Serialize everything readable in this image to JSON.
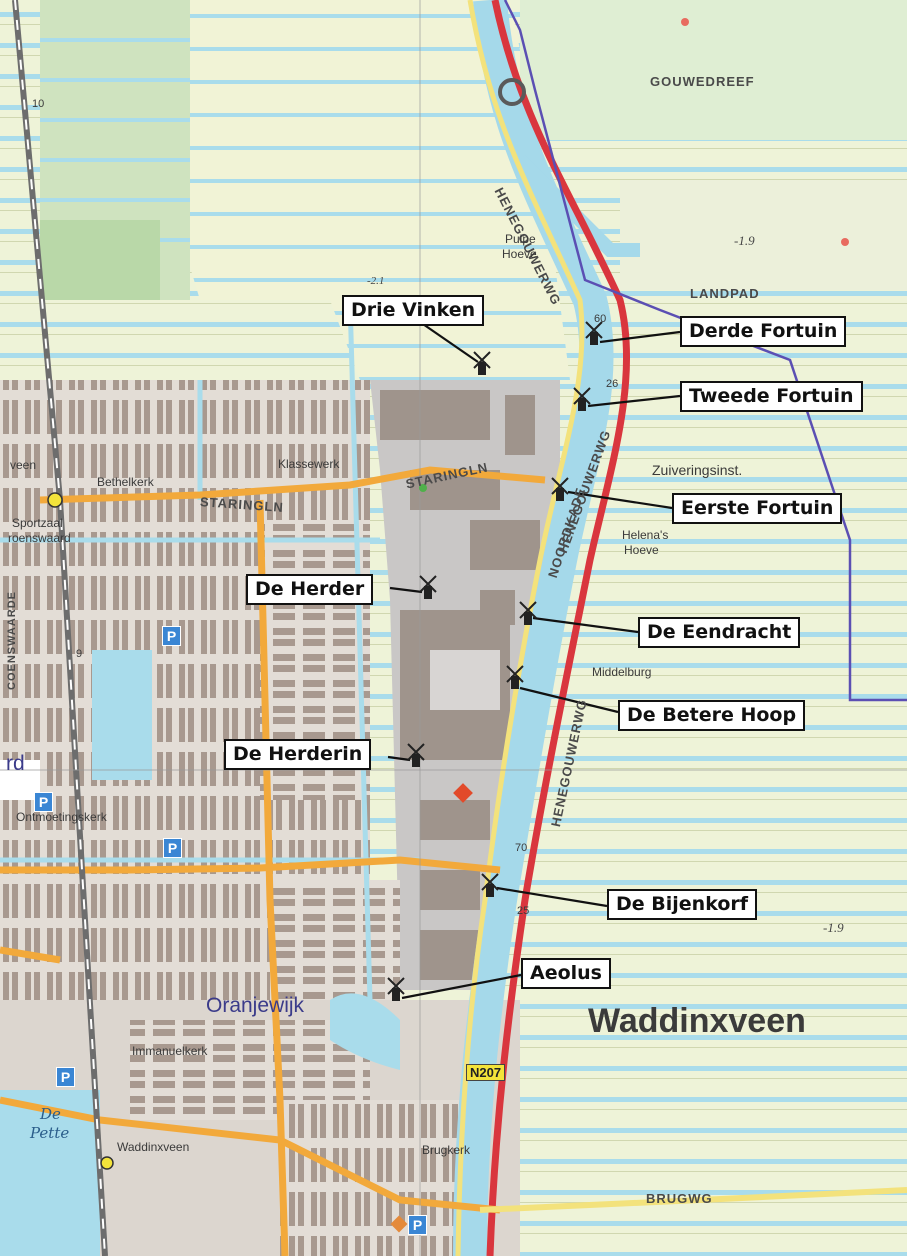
{
  "map": {
    "windmills": [
      {
        "name": "Drie Vinken"
      },
      {
        "name": "Derde Fortuin"
      },
      {
        "name": "Tweede Fortuin"
      },
      {
        "name": "Eerste Fortuin"
      },
      {
        "name": "De Herder"
      },
      {
        "name": "De Eendracht"
      },
      {
        "name": "De Betere Hoop"
      },
      {
        "name": "De Herderin"
      },
      {
        "name": "De Bijenkorf"
      },
      {
        "name": "Aeolus"
      }
    ],
    "roads": {
      "henegouwerweg_north": "HENEGOUWERWG",
      "henegouwerweg_mid": "HENEGOUWERWG",
      "henegouwerweg_south": "HENEGOUWERWG",
      "noordkade": "NOORDKADE",
      "staringln_west": "STARINGLN",
      "staringln_east": "STARINGLN",
      "gouwedreef": "GOUWEDREEF",
      "landpad": "LANDPAD",
      "brugwg": "BRUGWG",
      "n207": "N207",
      "coenswaarde": "COENSWAARDE"
    },
    "places": {
      "pulpe_hoeve_1": "Pulpe",
      "pulpe_hoeve_2": "Hoeve",
      "klassewerk": "Klassewerk",
      "bethelkerk": "Bethelkerk",
      "sportzaal_1": "Sportzaal",
      "sportzaal_2": "roenswaard",
      "zuiveringsinst": "Zuiveringsinst.",
      "helenas_hoeve_1": "Helena's",
      "helenas_hoeve_2": "Hoeve",
      "middelburg": "Middelburg",
      "ontmoetingskerk": "Ontmoetingskerk",
      "immanuelkerk": "Immanuelkerk",
      "waddinxveen_station": "Waddinxveen",
      "brugkerk": "Brugkerk",
      "veen_fragment": "veen",
      "rd_fragment": "rd"
    },
    "big_labels": {
      "town": "Waddinxveen",
      "district": "Oranjewijk"
    },
    "water": {
      "de_pette_1": "De",
      "de_pette_2": "Pette"
    },
    "elevations": {
      "ne": "-1.9",
      "e": "-1.9",
      "n": "-2.1"
    },
    "numbers": {
      "n10": "10",
      "n9": "9",
      "n60": "60",
      "n26": "26",
      "n70": "70",
      "n25": "25"
    },
    "parking_label": "P",
    "colors": {
      "polder": "#f1f3d6",
      "ditch": "#a9dceb",
      "canal": "#a5d9ea",
      "built": "#d9d4cf",
      "building": "#a89a90",
      "industrial": "#c9c7c6",
      "rail": "#6d6d6d",
      "road_orange": "#f2a93b",
      "road_yellow": "#f3e27c",
      "road_red": "#d9363e",
      "boundary": "#5b4fb3",
      "label_border": "#111111"
    }
  }
}
